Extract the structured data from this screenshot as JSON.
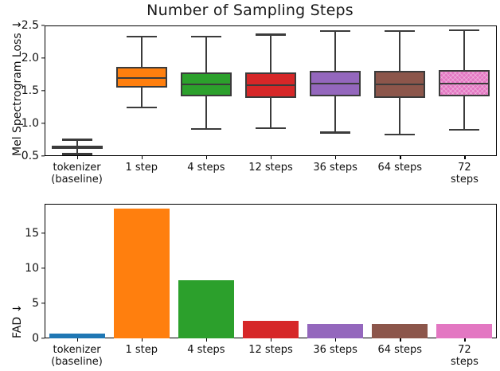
{
  "figure": {
    "title": "Number of Sampling Steps"
  },
  "categories": [
    "tokenizer\n(baseline)",
    "1 step",
    "4 steps",
    "12 steps",
    "36 steps",
    "64 steps",
    "72 steps"
  ],
  "colors": [
    "#1f77b4",
    "#ff7f0e",
    "#2ca02c",
    "#d62728",
    "#9467bd",
    "#8c564b",
    "#e377c2"
  ],
  "tokenizer_color": "#3b3b3b",
  "chart_data": [
    {
      "type": "box",
      "title": "Number of Sampling Steps",
      "xlabel": "",
      "ylabel": "Mel Spectrogram Loss ↓",
      "ylim": [
        0.5,
        2.5
      ],
      "yticks": [
        0.5,
        1.0,
        1.5,
        2.0,
        2.5
      ],
      "ytick_labels": [
        "0.5",
        "1.0",
        "1.5",
        "2.0",
        "2.5"
      ],
      "grid": false,
      "legend": "none",
      "categories": [
        "tokenizer\n(baseline)",
        "1 step",
        "4 steps",
        "12 steps",
        "36 steps",
        "64 steps",
        "72 steps"
      ],
      "boxes": [
        {
          "name": "tokenizer (baseline)",
          "whisker_low": 0.53,
          "q1": 0.63,
          "median": 0.645,
          "q3": 0.66,
          "whisker_high": 0.75,
          "color": "#3b3b3b"
        },
        {
          "name": "1 step",
          "whisker_low": 1.24,
          "q1": 1.55,
          "median": 1.7,
          "q3": 1.86,
          "whisker_high": 2.33,
          "color": "#ff7f0e"
        },
        {
          "name": "4 steps",
          "whisker_low": 0.91,
          "q1": 1.42,
          "median": 1.6,
          "q3": 1.78,
          "whisker_high": 2.33,
          "color": "#2ca02c"
        },
        {
          "name": "12 steps",
          "whisker_low": 0.93,
          "q1": 1.39,
          "median": 1.58,
          "q3": 1.78,
          "whisker_high": 2.36,
          "color": "#d62728"
        },
        {
          "name": "36 steps",
          "whisker_low": 0.86,
          "q1": 1.41,
          "median": 1.61,
          "q3": 1.8,
          "whisker_high": 2.41,
          "color": "#9467bd"
        },
        {
          "name": "64 steps",
          "whisker_low": 0.83,
          "q1": 1.39,
          "median": 1.6,
          "q3": 1.8,
          "whisker_high": 2.41,
          "color": "#8c564b"
        },
        {
          "name": "72 steps",
          "whisker_low": 0.9,
          "q1": 1.41,
          "median": 1.61,
          "q3": 1.82,
          "whisker_high": 2.43,
          "color": "#e377c2"
        }
      ]
    },
    {
      "type": "bar",
      "title": "",
      "xlabel": "",
      "ylabel": "FAD ↓",
      "ylim": [
        0,
        19.2
      ],
      "yticks": [
        0,
        5,
        10,
        15
      ],
      "ytick_labels": [
        "0",
        "5",
        "10",
        "15"
      ],
      "grid": false,
      "legend": "none",
      "categories": [
        "tokenizer\n(baseline)",
        "1 step",
        "4 steps",
        "12 steps",
        "36 steps",
        "64 steps",
        "72 steps"
      ],
      "values": [
        0.7,
        18.5,
        8.3,
        2.5,
        2.1,
        2.1,
        2.1
      ],
      "colors": [
        "#1f77b4",
        "#ff7f0e",
        "#2ca02c",
        "#d62728",
        "#9467bd",
        "#8c564b",
        "#e377c2"
      ]
    }
  ]
}
